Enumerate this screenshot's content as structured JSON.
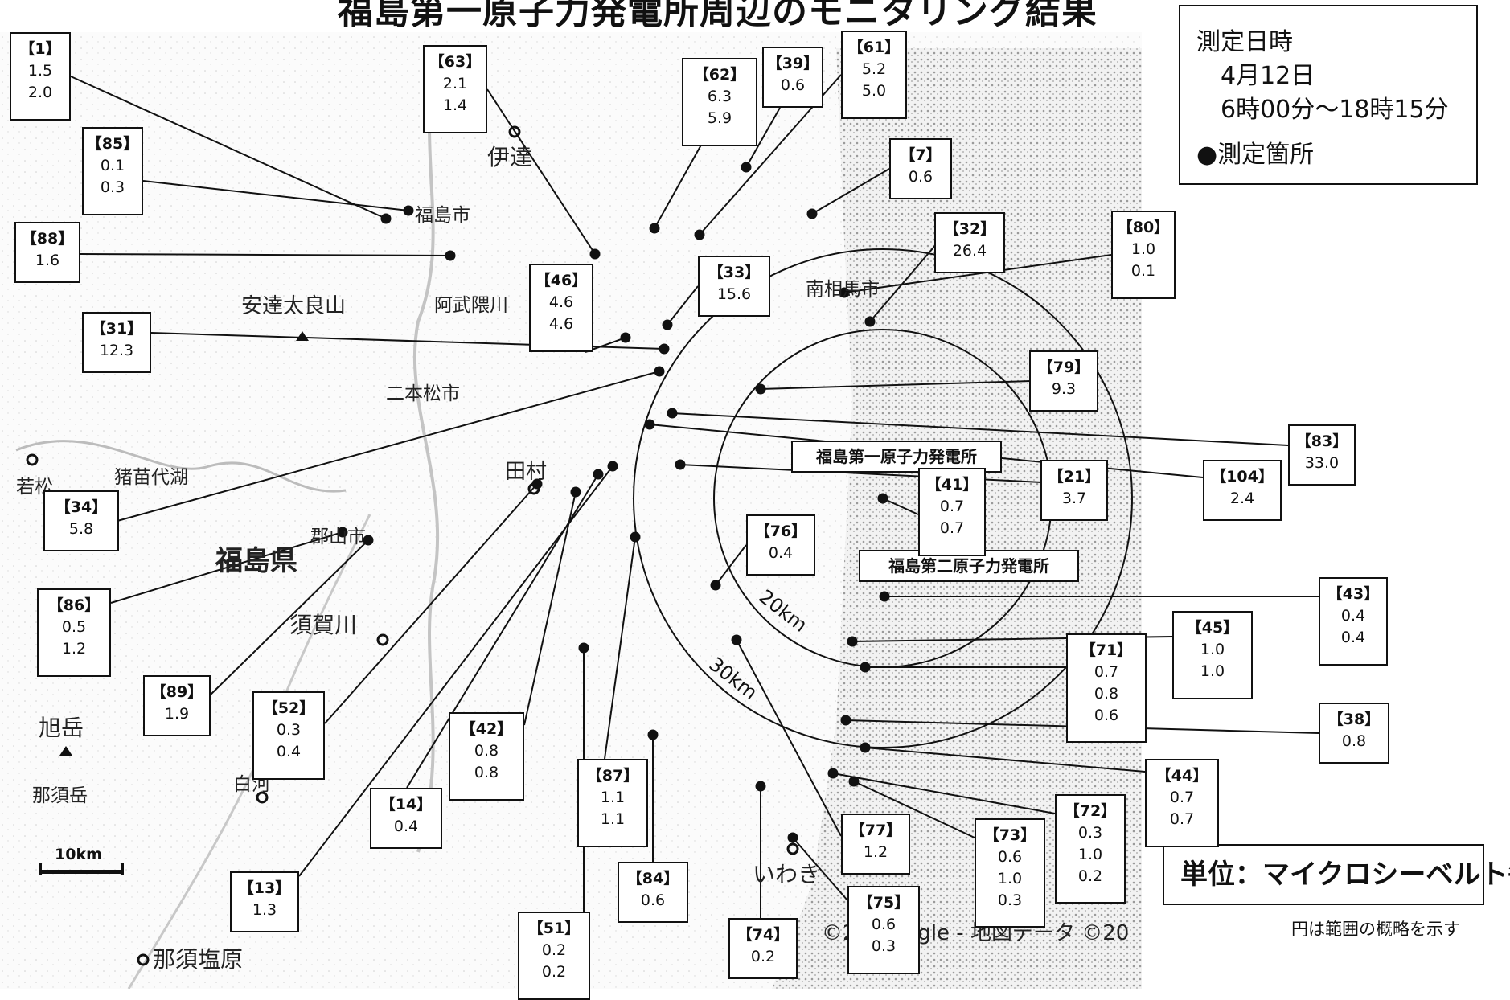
{
  "title": "福島第一原子力発電所周辺のモニタリング結果",
  "info": {
    "label": "測定日時",
    "date": "4月12日",
    "time": "6時00分～18時15分",
    "legend": "●測定箇所"
  },
  "unit": "単位：マイクロシーベルト毎時",
  "note": "円は範囲の概略を示す",
  "attribution": "©20 Google - 地図データ ©20",
  "plants": {
    "daiichi": "福島第一原子力発電所",
    "daini": "福島第二原子力発電所"
  },
  "rings": {
    "r20": "20km",
    "r30": "30km"
  },
  "scale": "10km",
  "places": {
    "fukushima_shi": "福島市",
    "date": "伊達",
    "minamisoma": "南相馬市",
    "adatara": "安達太良山",
    "abukuma": "阿武隈川",
    "nihonmatsu": "二本松市",
    "inawashiro": "猪苗代湖",
    "wakamatsu": "若松",
    "tamura": "田村",
    "koriyama": "郡山市",
    "pref": "福島県",
    "sukagawa": "須賀川",
    "asahidake": "旭岳",
    "nasudake": "那須岳",
    "shirakawa": "白河",
    "iwaki": "いわき",
    "nasushiobara": "那須塩原"
  },
  "points": [
    {
      "id": "【1】",
      "values": [
        "1.5",
        "2.0"
      ]
    },
    {
      "id": "【85】",
      "values": [
        "0.1",
        "0.3"
      ]
    },
    {
      "id": "【88】",
      "values": [
        "1.6"
      ]
    },
    {
      "id": "【63】",
      "values": [
        "2.1",
        "1.4"
      ]
    },
    {
      "id": "【62】",
      "values": [
        "6.3",
        "5.9"
      ]
    },
    {
      "id": "【39】",
      "values": [
        "0.6"
      ]
    },
    {
      "id": "【61】",
      "values": [
        "5.2",
        "5.0"
      ]
    },
    {
      "id": "【7】",
      "values": [
        "0.6"
      ]
    },
    {
      "id": "【32】",
      "values": [
        "26.4"
      ]
    },
    {
      "id": "【80】",
      "values": [
        "1.0",
        "0.1"
      ]
    },
    {
      "id": "【46】",
      "values": [
        "4.6",
        "4.6"
      ]
    },
    {
      "id": "【33】",
      "values": [
        "15.6"
      ]
    },
    {
      "id": "【31】",
      "values": [
        "12.3"
      ]
    },
    {
      "id": "【79】",
      "values": [
        "9.3"
      ]
    },
    {
      "id": "【83】",
      "values": [
        "33.0"
      ]
    },
    {
      "id": "【104】",
      "values": [
        "2.4"
      ]
    },
    {
      "id": "【21】",
      "values": [
        "3.7"
      ]
    },
    {
      "id": "【41】",
      "values": [
        "0.7",
        "0.7"
      ]
    },
    {
      "id": "【34】",
      "values": [
        "5.8"
      ]
    },
    {
      "id": "【76】",
      "values": [
        "0.4"
      ]
    },
    {
      "id": "【43】",
      "values": [
        "0.4",
        "0.4"
      ]
    },
    {
      "id": "【86】",
      "values": [
        "0.5",
        "1.2"
      ]
    },
    {
      "id": "【45】",
      "values": [
        "1.0",
        "1.0"
      ]
    },
    {
      "id": "【71】",
      "values": [
        "0.7",
        "0.8",
        "0.6"
      ]
    },
    {
      "id": "【89】",
      "values": [
        "1.9"
      ]
    },
    {
      "id": "【52】",
      "values": [
        "0.3",
        "0.4"
      ]
    },
    {
      "id": "【42】",
      "values": [
        "0.8",
        "0.8"
      ]
    },
    {
      "id": "【38】",
      "values": [
        "0.8"
      ]
    },
    {
      "id": "【44】",
      "values": [
        "0.7",
        "0.7"
      ]
    },
    {
      "id": "【14】",
      "values": [
        "0.4"
      ]
    },
    {
      "id": "【87】",
      "values": [
        "1.1",
        "1.1"
      ]
    },
    {
      "id": "【72】",
      "values": [
        "0.3",
        "1.0",
        "0.2"
      ]
    },
    {
      "id": "【73】",
      "values": [
        "0.6",
        "1.0",
        "0.3"
      ]
    },
    {
      "id": "【77】",
      "values": [
        "1.2"
      ]
    },
    {
      "id": "【13】",
      "values": [
        "1.3"
      ]
    },
    {
      "id": "【84】",
      "values": [
        "0.6"
      ]
    },
    {
      "id": "【75】",
      "values": [
        "0.6",
        "0.3"
      ]
    },
    {
      "id": "【51】",
      "values": [
        "0.2",
        "0.2"
      ]
    },
    {
      "id": "【74】",
      "values": [
        "0.2"
      ]
    }
  ]
}
